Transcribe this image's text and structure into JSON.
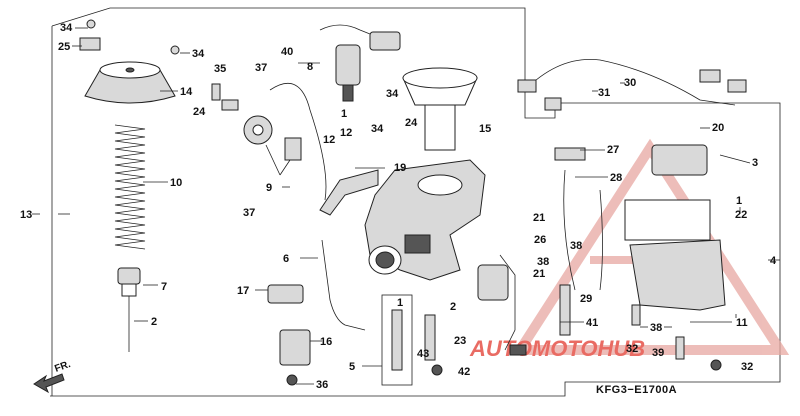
{
  "diagram_code": "KFG3−E1700A",
  "direction_label": "FR.",
  "callouts": [
    "34",
    "25",
    "34",
    "14",
    "35",
    "24",
    "37",
    "40",
    "8",
    "1",
    "34",
    "12",
    "12",
    "34",
    "24",
    "15",
    "20",
    "30",
    "31",
    "10",
    "13",
    "9",
    "19",
    "27",
    "3",
    "28",
    "37",
    "1",
    "22",
    "21",
    "26",
    "38",
    "38",
    "21",
    "6",
    "7",
    "17",
    "2",
    "29",
    "4",
    "41",
    "2",
    "1",
    "11",
    "16",
    "43",
    "23",
    "38",
    "32",
    "39",
    "5",
    "42",
    "36",
    "32"
  ],
  "watermark": {
    "text": "AUTOMOTOHUB",
    "color": "#e23a2f",
    "dark": "#333333",
    "tint": "#e8a8a2"
  }
}
